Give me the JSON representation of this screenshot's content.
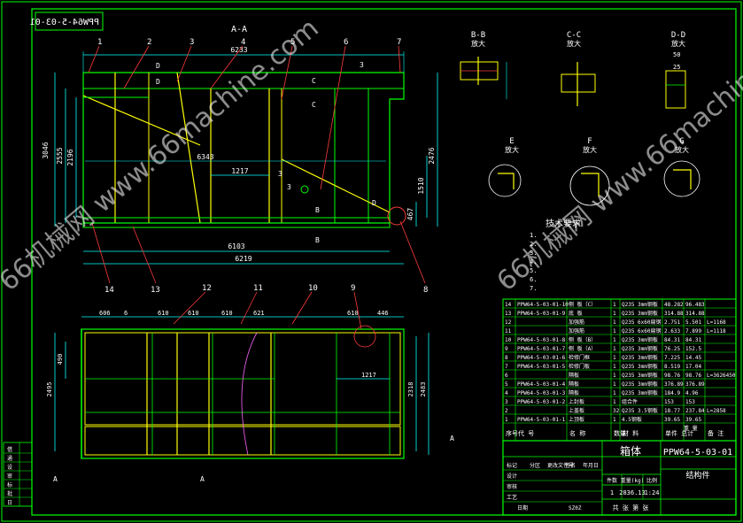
{
  "drawing": {
    "number_stamp": "PPW64-5-03-01",
    "drawing_number": "PPW64-5-03-01",
    "part_name": "箱体",
    "part_name_2": "结构件"
  },
  "watermark": {
    "text": "66机械网 www.66machine.com"
  },
  "section_labels": {
    "aa": "A-A",
    "bb": "B-B",
    "cc": "C-C",
    "dd": "D-D",
    "e": "E",
    "f": "F",
    "g": "G",
    "scale_word": "放大"
  },
  "dims": {
    "top_overall": "6233",
    "inner_6343": "6343",
    "inner_1217": "1217",
    "bottom_6103": "6103",
    "bottom_6219": "6219",
    "left_2555": "2555",
    "left_2196": "2196",
    "left_3046": "3046",
    "right_2476": "2476",
    "right_1510": "1510",
    "right_467": "467",
    "plan_2318": "2318",
    "plan_2483": "2483",
    "plan_2495": "2495",
    "plan_1217": "1217",
    "plan_490": "490",
    "plan_606": "606",
    "plan_446": "446",
    "plan_610a": "610",
    "plan_610b": "610",
    "plan_610c": "610",
    "plan_621": "621",
    "plan_610d": "610"
  },
  "callouts": [
    "1",
    "2",
    "3",
    "4",
    "5",
    "6",
    "7",
    "8",
    "9",
    "10",
    "11",
    "12",
    "13",
    "14"
  ],
  "technical_requirements": {
    "title": "技术要求",
    "lines": [
      "1.",
      "2.",
      "3.",
      "4.",
      "5.",
      "6.",
      "7."
    ]
  },
  "bom": {
    "rows": [
      {
        "no": "14",
        "code": "PPW64-5-03-01-10",
        "name": "侧 板（C）",
        "qty": "1",
        "material": "Q235 3mm钢板",
        "unit": "48.282",
        "total": "96.483",
        "note": ""
      },
      {
        "no": "13",
        "code": "PPW64-5-03-01-9",
        "name": "底 板",
        "qty": "1",
        "material": "Q235 3mm钢板",
        "unit": "314.88",
        "total": "314.88",
        "note": ""
      },
      {
        "no": "12",
        "code": "",
        "name": "加强筋",
        "qty": "1",
        "material": "Q235 6x60扁钢",
        "unit": "2.751",
        "total": "5.501",
        "note": "L=1168"
      },
      {
        "no": "11",
        "code": "",
        "name": "加强筋",
        "qty": "1",
        "material": "Q235 6x60扁钢",
        "unit": "2.633",
        "total": "7.899",
        "note": "L=1118"
      },
      {
        "no": "10",
        "code": "PPW64-5-03-01-8",
        "name": "侧 板（B）",
        "qty": "1",
        "material": "Q235 3mm钢板",
        "unit": "84.31",
        "total": "84.31",
        "note": ""
      },
      {
        "no": "9",
        "code": "PPW64-5-03-01-7",
        "name": "侧 板（A）",
        "qty": "1",
        "material": "Q235 3mm钢板",
        "unit": "76.25",
        "total": "152.5",
        "note": ""
      },
      {
        "no": "8",
        "code": "PPW64-5-03-01-6",
        "name": "检修门框",
        "qty": "1",
        "material": "Q235 3mm钢板",
        "unit": "7.225",
        "total": "14.45",
        "note": ""
      },
      {
        "no": "7",
        "code": "PPW64-5-03-01-5",
        "name": "检修门板",
        "qty": "1",
        "material": "Q235 3mm钢板",
        "unit": "8.519",
        "total": "17.04",
        "note": ""
      },
      {
        "no": "6",
        "code": "",
        "name": "隔板",
        "qty": "1",
        "material": "Q235 3mm钢板",
        "unit": "98.76",
        "total": "98.76",
        "note": "L=3626450"
      },
      {
        "no": "5",
        "code": "PPW64-5-03-01-4",
        "name": "隔板",
        "qty": "1",
        "material": "Q235 3mm钢板",
        "unit": "376.89",
        "total": "376.89",
        "note": ""
      },
      {
        "no": "4",
        "code": "PPW64-5-03-01-3",
        "name": "隔板",
        "qty": "1",
        "material": "Q235 3mm钢板",
        "unit": "184.9",
        "total": "4.96",
        "note": ""
      },
      {
        "no": "3",
        "code": "PPW64-5-03-01-2",
        "name": "上封板",
        "qty": "1",
        "material": "组合件",
        "unit": "153",
        "total": "153",
        "note": ""
      },
      {
        "no": "2",
        "code": "",
        "name": "上盖板",
        "qty": "32",
        "material": "Q235 3.5钢板",
        "unit": "18.77",
        "total": "237.84",
        "note": "L=2858"
      },
      {
        "no": "1",
        "code": "PPW64-5-03-01-1",
        "name": "上顶板",
        "qty": "1",
        "material": "4.5钢板",
        "unit": "39.65",
        "total": "39.65",
        "note": ""
      }
    ],
    "header": {
      "no": "序号",
      "code": "代 号",
      "name": "名 称",
      "qty": "数量",
      "material": "材 料",
      "weight": "单件 总计",
      "weight_title": "重 量",
      "note": "备 注"
    }
  },
  "title_block": {
    "sheet_label": "共 张 第 张",
    "mark": "标记",
    "qty_label": "件数",
    "weight_label": "重量(kg)",
    "scale_label": "比例",
    "qty_value": "1",
    "weight_value": "2836.13",
    "scale_value": "1:24",
    "rows_left": [
      "标记",
      "设计",
      "审核",
      "工艺"
    ],
    "rows_mid": [
      "分区",
      "更改文件号",
      "签名",
      "年月日"
    ],
    "date_label": "日期",
    "unit_code": "SZ0Z"
  },
  "left_strip": [
    "借",
    "通",
    "设",
    "审",
    "标",
    "批",
    "日"
  ],
  "colors": {
    "outline_green": "#00ff00",
    "struct_yellow": "#ffff00",
    "dim_cyan": "#00ffff",
    "leader_red": "#ff3b3b",
    "text_white": "#ffffff",
    "magenta": "#ff00ff"
  }
}
